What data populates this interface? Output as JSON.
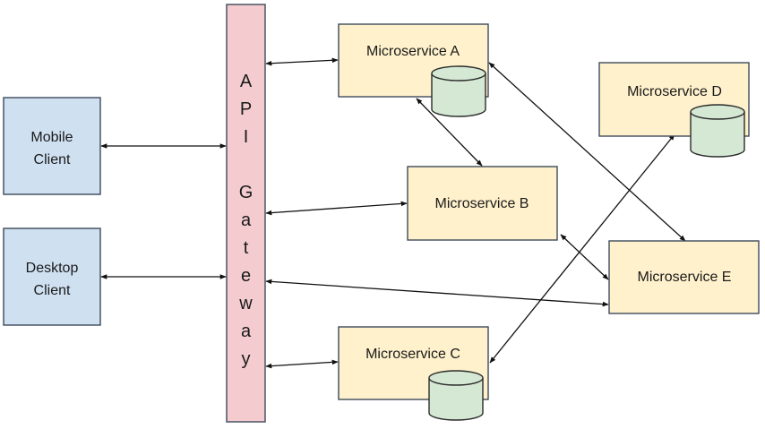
{
  "diagram": {
    "clients": [
      {
        "id": "mobile",
        "lines": [
          "Mobile",
          "Client"
        ]
      },
      {
        "id": "desktop",
        "lines": [
          "Desktop",
          "Client"
        ]
      }
    ],
    "gateway": {
      "letters": [
        "A",
        "P",
        "I",
        "",
        "G",
        "a",
        "t",
        "e",
        "w",
        "a",
        "y"
      ]
    },
    "services": {
      "a": "Microservice A",
      "b": "Microservice B",
      "c": "Microservice C",
      "d": "Microservice D",
      "e": "Microservice E"
    },
    "colors": {
      "client_fill": "#cfe0f1",
      "gateway_fill": "#f4cccf",
      "service_fill": "#fff1cc",
      "database_fill": "#d5e8d4"
    }
  }
}
